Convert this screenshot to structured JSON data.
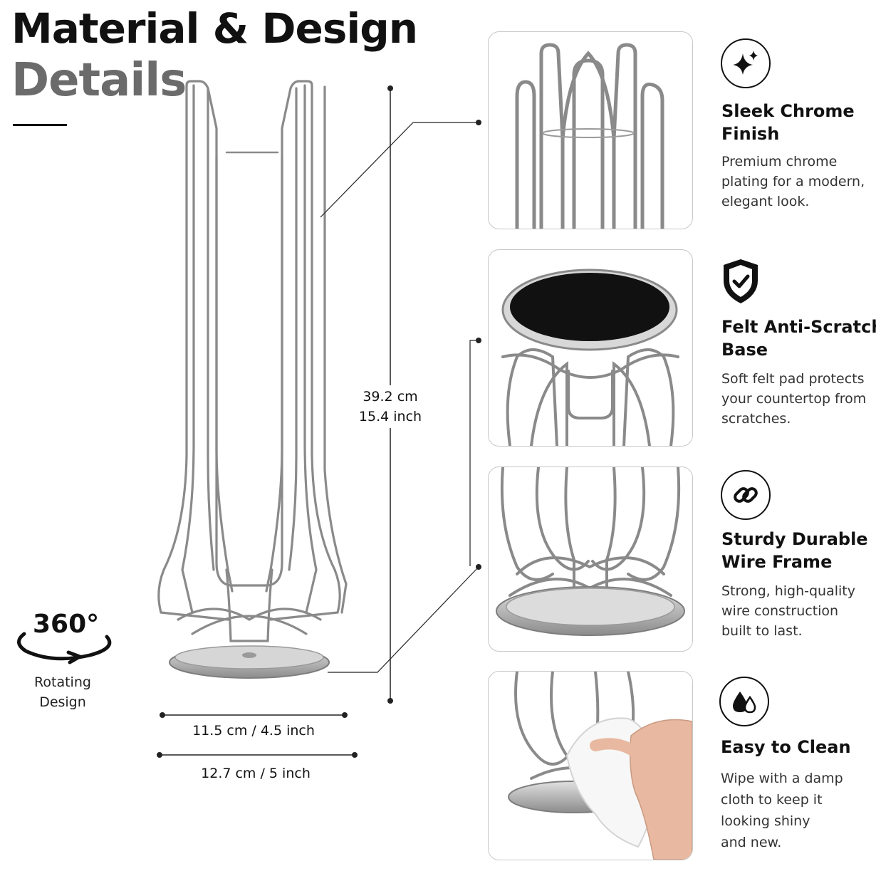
{
  "header": {
    "title_line1": "Material & Design",
    "title_line2": "Details"
  },
  "dimensions": {
    "height_cm": "39.2 cm",
    "height_inch": "15.4 inch",
    "inner_width": "11.5 cm / 4.5 inch",
    "outer_width": "12.7 cm / 5 inch"
  },
  "rotation": {
    "badge": "360°",
    "label_line1": "Rotating",
    "label_line2": "Design"
  },
  "features": [
    {
      "icon": "sparkle-icon",
      "title_lines": [
        "Sleek Chrome",
        "Finish"
      ],
      "desc_lines": [
        "Premium chrome",
        "plating for a modern,",
        "elegant look."
      ]
    },
    {
      "icon": "shield-check-icon",
      "title_lines": [
        "Felt Anti-Scratch",
        "Base"
      ],
      "desc_lines": [
        "Soft felt pad protects",
        "your countertop from",
        "scratches."
      ]
    },
    {
      "icon": "chain-link-icon",
      "title_lines": [
        "Sturdy Durable",
        "Wire Frame"
      ],
      "desc_lines": [
        "Strong, high-quality",
        "wire construction",
        "built to last."
      ]
    },
    {
      "icon": "water-drops-icon",
      "title_lines": [
        "Easy to Clean"
      ],
      "desc_lines": [
        "Wipe with a damp",
        "cloth to keep it",
        "looking shiny",
        "and new."
      ]
    }
  ],
  "colors": {
    "text_dark": "#111111",
    "text_gray": "#6b6b6b",
    "chrome": "#9a9a9a",
    "box_border": "#c8c8c8"
  }
}
